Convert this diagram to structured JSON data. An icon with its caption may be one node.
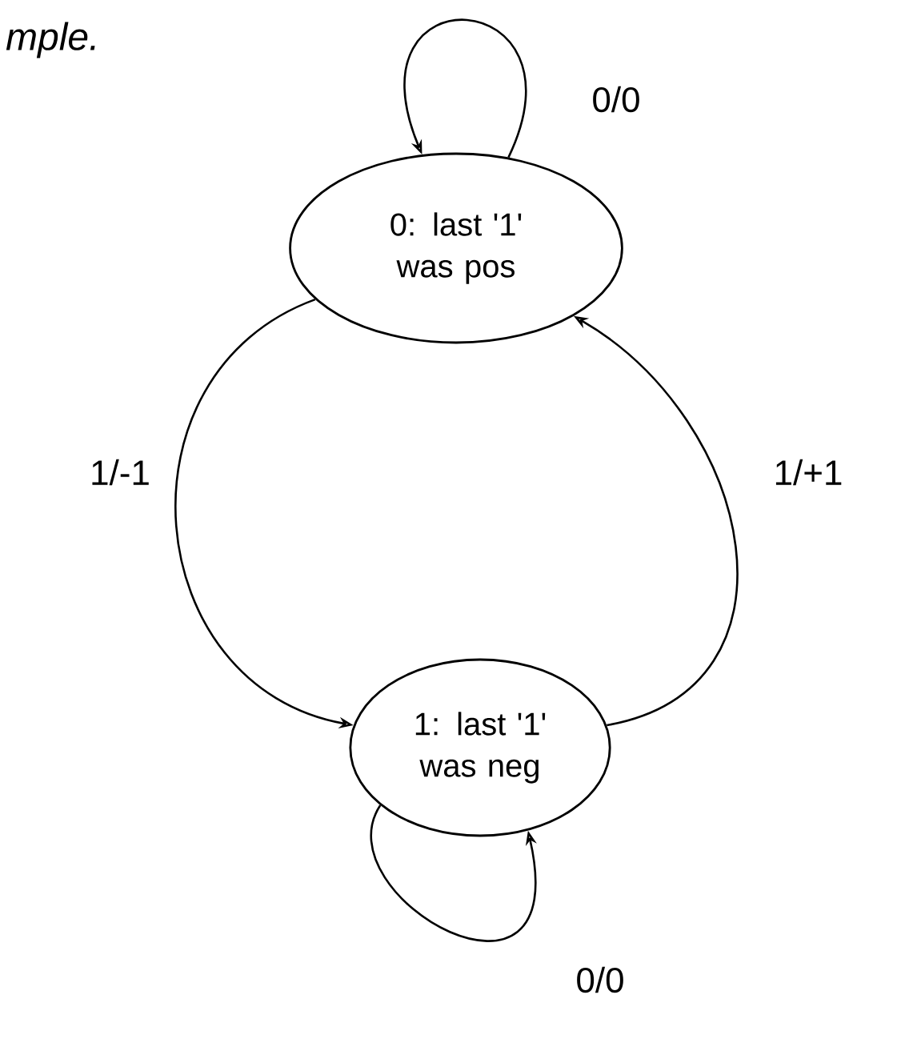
{
  "diagram": {
    "nodes": [
      {
        "text": [
          "0: last '1' was pos"
        ]
      },
      {
        "text": [
          "1: last '1' was neg"
        ]
      }
    ],
    "edges": [
      {
        "from": 0,
        "to": 0,
        "arrow": "to",
        "label": "0/0"
      },
      {
        "from": 0,
        "to": 1,
        "arrow": "to",
        "label": "1/-1"
      },
      {
        "from": 1,
        "to": 0,
        "arrow": "to",
        "label": "1/+1"
      },
      {
        "from": 1,
        "to": 1,
        "arrow": "to",
        "label": "0/0"
      }
    ],
    "labels": [
      "mple."
    ]
  }
}
